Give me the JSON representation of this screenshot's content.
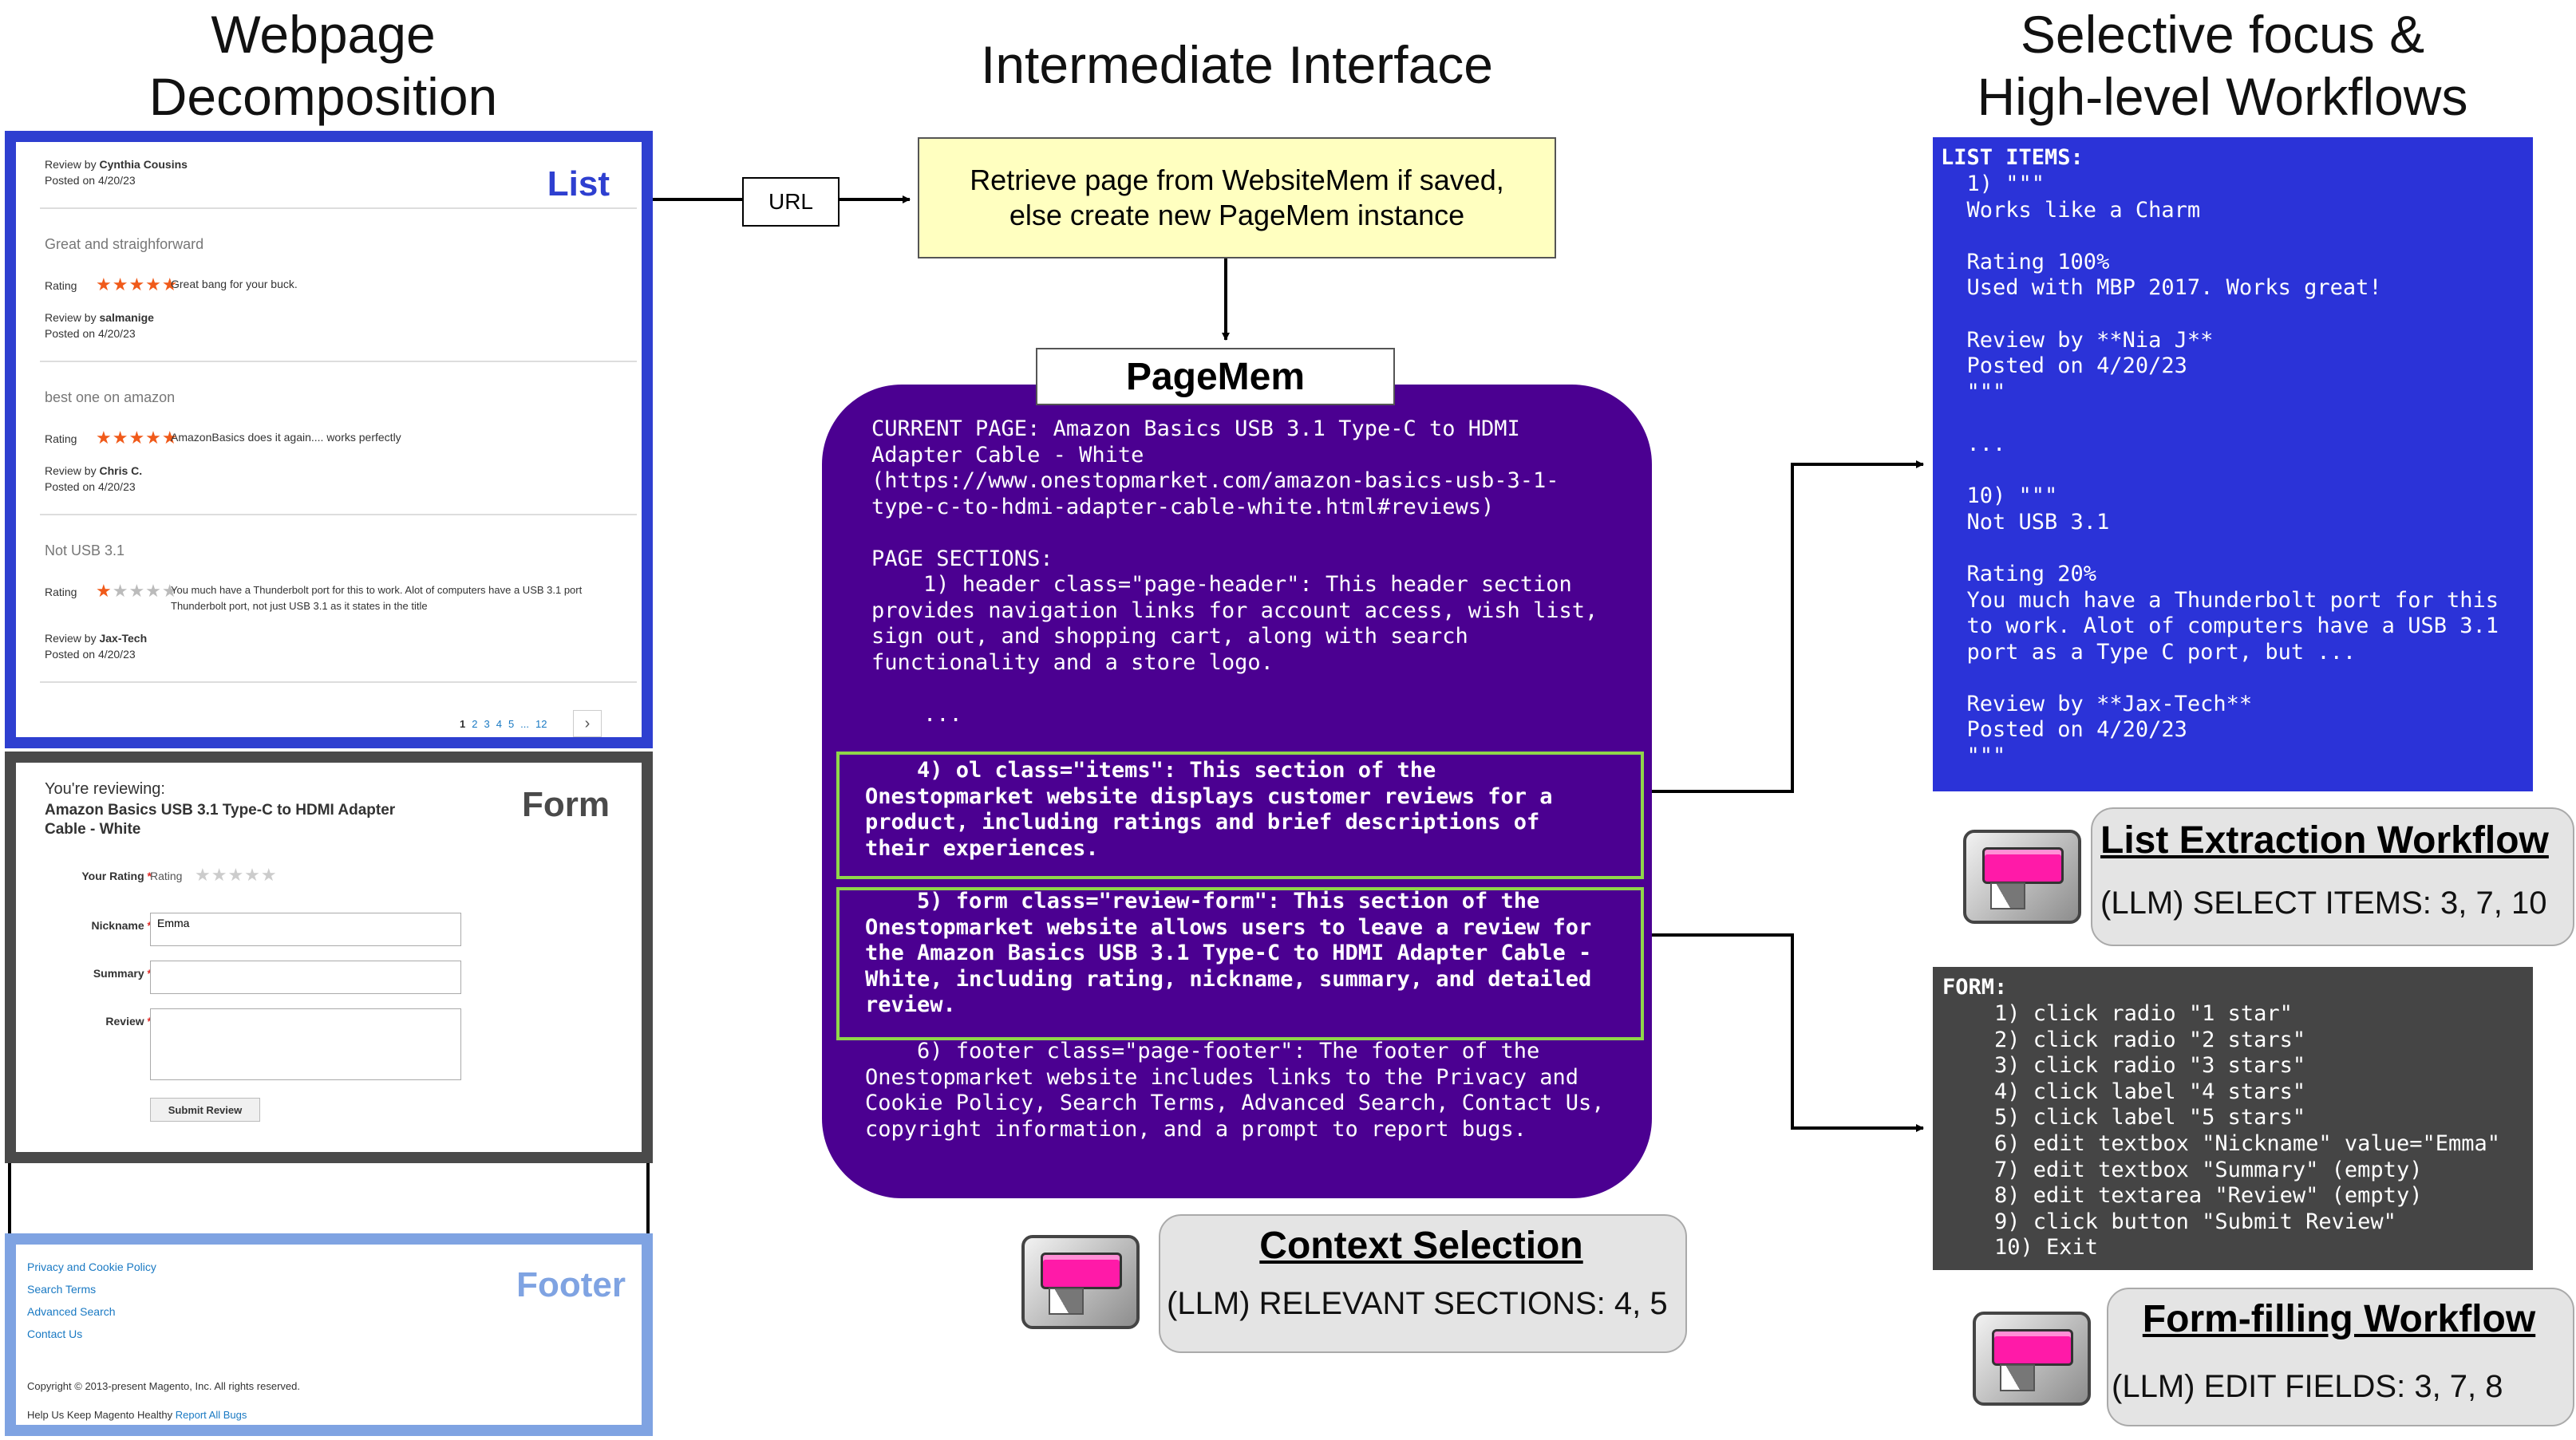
{
  "headings": {
    "left": "Webpage\nDecomposition",
    "center": "Intermediate Interface",
    "right": "Selective focus &\nHigh-level Workflows"
  },
  "webpage": {
    "list": {
      "tag": "List",
      "reviews": [
        {
          "title": "",
          "rating_label": "",
          "stars": 0,
          "text": "",
          "by_prefix": "Review by ",
          "by": "Cynthia Cousins",
          "posted": "Posted on 4/20/23"
        },
        {
          "title": "Great and straighforward",
          "rating_label": "Rating",
          "stars": 5,
          "text": "Great bang for your buck.",
          "by_prefix": "Review by ",
          "by": "salmanige",
          "posted": "Posted on 4/20/23"
        },
        {
          "title": "best one on amazon",
          "rating_label": "Rating",
          "stars": 5,
          "text": "AmazonBasics does it again.... works perfectly",
          "by_prefix": "Review by ",
          "by": "Chris C.",
          "posted": "Posted on 4/20/23"
        },
        {
          "title": "Not USB 3.1",
          "rating_label": "Rating",
          "stars": 1,
          "text": "You much have a Thunderbolt port for this to work. Alot of computers have a USB 3.1 port\nThunderbolt port, not just USB 3.1 as it states in the title",
          "by_prefix": "Review by ",
          "by": "Jax-Tech",
          "posted": "Posted on 4/20/23"
        }
      ],
      "pagination": [
        "1",
        "2",
        "3",
        "4",
        "5",
        "...",
        "12"
      ],
      "next_icon": "chevron-right-icon"
    },
    "form": {
      "tag": "Form",
      "reviewing_label": "You're reviewing:",
      "product": "Amazon Basics USB 3.1 Type-C to HDMI Adapter\nCable - White",
      "your_rating_label": "Your Rating",
      "rating_word": "Rating",
      "nickname_label": "Nickname",
      "nickname_value": "Emma",
      "summary_label": "Summary",
      "review_label": "Review",
      "required_mark": "*",
      "submit_label": "Submit Review"
    },
    "footer": {
      "tag": "Footer",
      "links": [
        "Privacy and Cookie Policy",
        "Search Terms",
        "Advanced Search",
        "Contact Us"
      ],
      "copyright": "Copyright © 2013-present Magento, Inc. All rights reserved.",
      "help_text": "Help Us Keep Magento Healthy",
      "report_link": "Report All Bugs"
    }
  },
  "center": {
    "url_label": "URL",
    "retrieve_text": "Retrieve page from WebsiteMem if saved,\nelse create new PageMem instance",
    "pagemem_label": "PageMem",
    "pagemem_intro": "CURRENT PAGE: Amazon Basics USB 3.1 Type-C to HDMI\nAdapter Cable - White\n(https://www.onestopmarket.com/amazon-basics-usb-3-1-\ntype-c-to-hdmi-adapter-cable-white.html#reviews)\n\nPAGE SECTIONS:\n    1) header class=\"page-header\": This header section\nprovides navigation links for account access, wish list,\nsign out, and shopping cart, along with search\nfunctionality and a store logo.\n\n    ...",
    "section_4": "    4) ol class=\"items\": This section of the\nOnestopmarket website displays customer reviews for a\nproduct, including ratings and brief descriptions of\ntheir experiences.",
    "section_5": "    5) form class=\"review-form\": This section of the\nOnestopmarket website allows users to leave a review for\nthe Amazon Basics USB 3.1 Type-C to HDMI Adapter Cable -\nWhite, including rating, nickname, summary, and detailed\nreview.",
    "section_6": "    6) footer class=\"page-footer\": The footer of the\nOnestopmarket website includes links to the Privacy and\nCookie Policy, Search Terms, Advanced Search, Contact Us,\ncopyright information, and a prompt to report bugs.",
    "context_title": "Context Selection",
    "context_sub": "(LLM) RELEVANT SECTIONS:  4, 5"
  },
  "right": {
    "list_items_header": "LIST ITEMS:",
    "list_items_body": "  1) \"\"\"\n  Works like a Charm\n\n  Rating 100%\n  Used with MBP 2017. Works great!\n\n  Review by **Nia J**\n  Posted on 4/20/23\n  \"\"\"\n\n  ...\n\n  10) \"\"\"\n  Not USB 3.1\n\n  Rating 20%\n  You much have a Thunderbolt port for this\n  to work. Alot of computers have a USB 3.1\n  port as a Type C port, but ...\n\n  Review by **Jax-Tech**\n  Posted on 4/20/23\n  \"\"\"",
    "list_workflow_title": "List Extraction Workflow",
    "list_workflow_sub": "(LLM) SELECT ITEMS: 3, 7, 10",
    "form_header": "FORM:",
    "form_body": "    1) click radio \"1 star\"\n    2) click radio \"2 stars\"\n    3) click radio \"3 stars\"\n    4) click label \"4 stars\"\n    5) click label \"5 stars\"\n    6) edit textbox \"Nickname\" value=\"Emma\"\n    7) edit textbox \"Summary\" (empty)\n    8) edit textarea \"Review\" (empty)\n    9) click button \"Submit Review\"\n    10) Exit",
    "form_workflow_title": "Form-filling Workflow",
    "form_workflow_sub": "(LLM) EDIT FIELDS: 3, 7, 8"
  },
  "colors": {
    "list_border": "#2e3fd0",
    "form_border": "#4a4a4a",
    "footer_border": "#7fa3e2",
    "pagemem_bg": "#4b0091",
    "highlight": "#8fd64a",
    "list_items_bg": "#2b33d8",
    "form_bg": "#454545",
    "retrieve_bg": "#ffffc0"
  }
}
